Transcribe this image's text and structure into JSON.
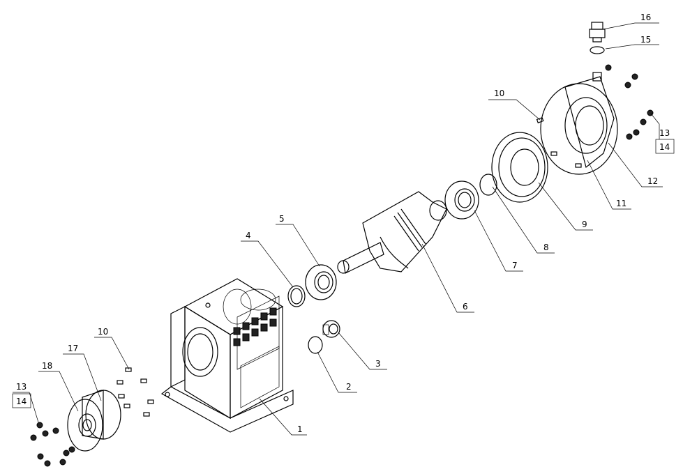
{
  "title": "Exploded assembly drawing",
  "callouts": [
    {
      "id": "c16",
      "text": "16"
    },
    {
      "id": "c15",
      "text": "15"
    },
    {
      "id": "c10a",
      "text": "10"
    },
    {
      "id": "c13a",
      "text": "13"
    },
    {
      "id": "c14a",
      "text": "14"
    },
    {
      "id": "c12",
      "text": "12"
    },
    {
      "id": "c11",
      "text": "11"
    },
    {
      "id": "c9",
      "text": "9"
    },
    {
      "id": "c8",
      "text": "8"
    },
    {
      "id": "c7",
      "text": "7"
    },
    {
      "id": "c6",
      "text": "6"
    },
    {
      "id": "c5",
      "text": "5"
    },
    {
      "id": "c4",
      "text": "4"
    },
    {
      "id": "c3",
      "text": "3"
    },
    {
      "id": "c2",
      "text": "2"
    },
    {
      "id": "c1",
      "text": "1"
    },
    {
      "id": "c10b",
      "text": "10"
    },
    {
      "id": "c17",
      "text": "17"
    },
    {
      "id": "c18",
      "text": "18"
    },
    {
      "id": "c13b",
      "text": "13"
    },
    {
      "id": "c14b",
      "text": "14"
    }
  ]
}
